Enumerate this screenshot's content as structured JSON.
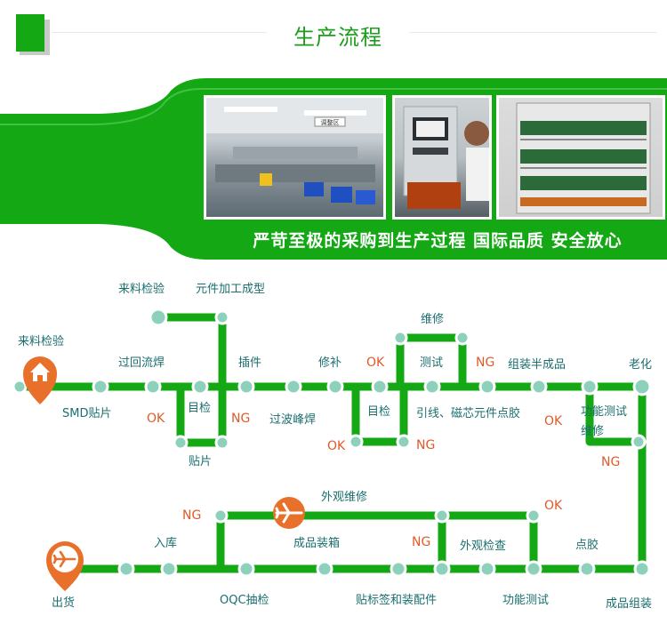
{
  "header": {
    "title": "生产流程"
  },
  "banner": {
    "slogan": "严苛至极的采购到生产过程 国际品质 安全放心",
    "photo_label": "调整区"
  },
  "colors": {
    "green": "#14a814",
    "node_fill": "#8dd1bd",
    "label": "#1b6e6e",
    "status": "#e05a2a",
    "icon_orange": "#e8702a"
  },
  "flow": {
    "start": "来料检验",
    "end": "出货",
    "steps": {
      "smt": "SMD贴片",
      "reflow": "过回流焊",
      "inspect1": "目检",
      "mount": "贴片",
      "incoming": "来料检验",
      "forming": "元件加工成型",
      "insert": "插件",
      "wave": "过波峰焊",
      "repair1": "修补",
      "inspect2": "目检",
      "test": "测试",
      "repair2": "维修",
      "lead": "引线、磁芯元件点胶",
      "semi": "组装半成品",
      "functest": "功能测试",
      "fixrep": "维修",
      "aging": "老化",
      "assembly": "成品组装",
      "funcfinal": "功能测试",
      "glue": "点胶",
      "visual": "外观检查",
      "visualrepair": "外观维修",
      "packing": "成品装箱",
      "labels": "贴标签和装配件",
      "oqc": "OQC抽检",
      "warehouse": "入库"
    },
    "status": {
      "ok": "OK",
      "ng": "NG"
    }
  }
}
